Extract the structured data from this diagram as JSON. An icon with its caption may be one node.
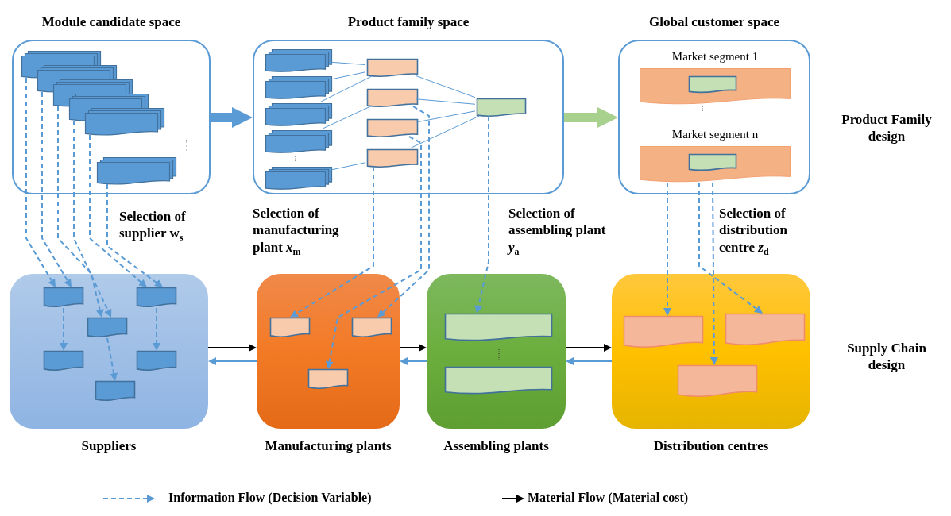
{
  "diagram": {
    "nodes": [
      {
        "text": [
          "Module candidate space"
        ]
      },
      {
        "text": [],
        "shape": "stack",
        "in": 0
      },
      {
        "text": [],
        "shape": "stack",
        "in": 0
      },
      {
        "text": [],
        "shape": "stack",
        "in": 0
      },
      {
        "text": [],
        "shape": "stack",
        "in": 0
      },
      {
        "text": [],
        "shape": "stack",
        "in": 0
      },
      {
        "text": [],
        "shape": "stack",
        "in": 0
      },
      {
        "text": [
          "Product family space"
        ]
      },
      {
        "text": [],
        "shape": "stack",
        "in": 7
      },
      {
        "text": [],
        "shape": "stack",
        "in": 7
      },
      {
        "text": [],
        "shape": "stack",
        "in": 7
      },
      {
        "text": [],
        "shape": "stack",
        "in": 7
      },
      {
        "text": [],
        "shape": "stack",
        "in": 7
      },
      {
        "text": [],
        "shape": "document",
        "in": 7
      },
      {
        "text": [],
        "shape": "document",
        "in": 7
      },
      {
        "text": [],
        "shape": "document",
        "in": 7
      },
      {
        "text": [],
        "shape": "document",
        "in": 7
      },
      {
        "text": [],
        "shape": "document",
        "in": 7
      },
      {
        "text": [
          "Global customer space"
        ]
      },
      {
        "text": [
          "Market segment 1"
        ],
        "in": 18
      },
      {
        "text": [],
        "shape": "document",
        "in": 19
      },
      {
        "text": [
          "Market segment n"
        ],
        "in": 18
      },
      {
        "text": [],
        "shape": "document",
        "in": 21
      },
      {
        "text": [
          "Suppliers"
        ]
      },
      {
        "text": [],
        "shape": "document",
        "in": 23
      },
      {
        "text": [],
        "shape": "document",
        "in": 23
      },
      {
        "text": [],
        "shape": "document",
        "in": 23
      },
      {
        "text": [],
        "shape": "document",
        "in": 23
      },
      {
        "text": [],
        "shape": "document",
        "in": 23
      },
      {
        "text": [],
        "shape": "document",
        "in": 23
      },
      {
        "text": [
          "Manufacturing plants"
        ]
      },
      {
        "text": [],
        "shape": "document",
        "in": 30
      },
      {
        "text": [],
        "shape": "document",
        "in": 30
      },
      {
        "text": [],
        "shape": "document",
        "in": 30
      },
      {
        "text": [
          "Assembling plants"
        ]
      },
      {
        "text": [],
        "shape": "document",
        "in": 34
      },
      {
        "text": [],
        "shape": "document",
        "in": 34
      },
      {
        "text": [
          "Distribution centres"
        ]
      },
      {
        "text": [],
        "shape": "document",
        "in": 37
      },
      {
        "text": [],
        "shape": "document",
        "in": 37
      },
      {
        "text": [],
        "shape": "document",
        "in": 37
      }
    ],
    "edges": [
      {
        "from": 0,
        "to": 7,
        "arrow": "to",
        "style": "thick"
      },
      {
        "from": 7,
        "to": 18,
        "arrow": "to",
        "style": "thick",
        "color": "#a9d18e"
      },
      {
        "from": 8,
        "to": 13,
        "arrow": "none"
      },
      {
        "from": 9,
        "to": 13,
        "arrow": "none"
      },
      {
        "from": 10,
        "to": 13,
        "arrow": "none"
      },
      {
        "from": 11,
        "to": 14,
        "arrow": "none"
      },
      {
        "from": 12,
        "to": 16,
        "arrow": "none"
      },
      {
        "from": 13,
        "to": 17,
        "arrow": "none"
      },
      {
        "from": 14,
        "to": 17,
        "arrow": "none"
      },
      {
        "from": 15,
        "to": 17,
        "arrow": "none"
      },
      {
        "from": 16,
        "to": 17,
        "arrow": "none"
      },
      {
        "from": 1,
        "to": 24,
        "arrow": "to",
        "style": "dashed"
      },
      {
        "from": 2,
        "to": 24,
        "arrow": "to",
        "style": "dashed"
      },
      {
        "from": 3,
        "to": 26,
        "arrow": "to",
        "style": "dashed"
      },
      {
        "from": 4,
        "to": 26,
        "arrow": "to",
        "style": "dashed"
      },
      {
        "from": 5,
        "to": 25,
        "arrow": "to",
        "style": "dashed"
      },
      {
        "from": 6,
        "to": 25,
        "arrow": "to",
        "style": "dashed"
      },
      {
        "from": 24,
        "to": 27,
        "arrow": "to",
        "style": "dashed"
      },
      {
        "from": 25,
        "to": 28,
        "arrow": "to",
        "style": "dashed"
      },
      {
        "from": 26,
        "to": 29,
        "arrow": "to",
        "style": "dashed"
      },
      {
        "from": 16,
        "to": 31,
        "arrow": "to",
        "style": "dashed"
      },
      {
        "from": 15,
        "to": 33,
        "arrow": "to",
        "style": "dashed"
      },
      {
        "from": 14,
        "to": 32,
        "arrow": "to",
        "style": "dashed"
      },
      {
        "from": 17,
        "to": 35,
        "arrow": "to",
        "style": "dashed"
      },
      {
        "from": 21,
        "to": 38,
        "arrow": "to",
        "style": "dashed"
      },
      {
        "from": 21,
        "to": 40,
        "arrow": "to",
        "style": "dashed"
      },
      {
        "from": 21,
        "to": 39,
        "arrow": "to",
        "style": "dashed"
      },
      {
        "from": 23,
        "to": 30,
        "arrow": "to",
        "color": "#000000"
      },
      {
        "from": 30,
        "to": 23,
        "arrow": "to"
      },
      {
        "from": 30,
        "to": 34,
        "arrow": "to",
        "color": "#000000"
      },
      {
        "from": 34,
        "to": 30,
        "arrow": "to"
      },
      {
        "from": 34,
        "to": 37,
        "arrow": "to",
        "color": "#000000"
      },
      {
        "from": 37,
        "to": 34,
        "arrow": "to"
      }
    ],
    "labels": [
      "Selection of supplier w$_{s}$",
      "Selection of manufacturing plant *x*$_{m}$",
      "Selection of assembling plant *y*$_{a}$",
      "Selection of distribution centre *z*$_{d}$",
      "Product Family design",
      "Supply Chain design"
    ],
    "legend": [
      {
        "text": "Information Flow (Decision Variable)"
      },
      {
        "text": "Material Flow (Material cost)"
      }
    ]
  }
}
